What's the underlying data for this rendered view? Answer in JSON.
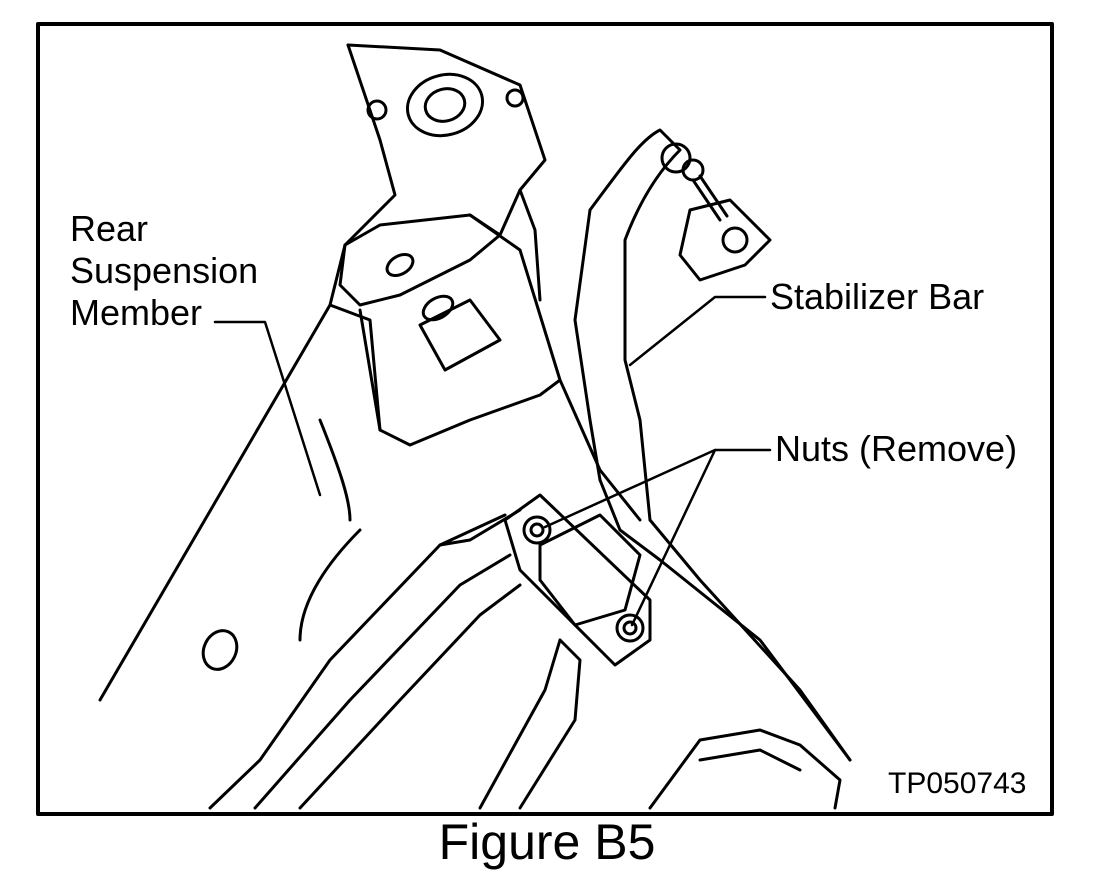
{
  "labels": {
    "rear_suspension_member": [
      "Rear",
      "Suspension",
      "Member"
    ],
    "stabilizer_bar": "Stabilizer Bar",
    "nuts": "Nuts (Remove)",
    "figure_code": "TP050743"
  },
  "caption": "Figure B5",
  "colors": {
    "line": "#000000",
    "background": "#ffffff"
  }
}
